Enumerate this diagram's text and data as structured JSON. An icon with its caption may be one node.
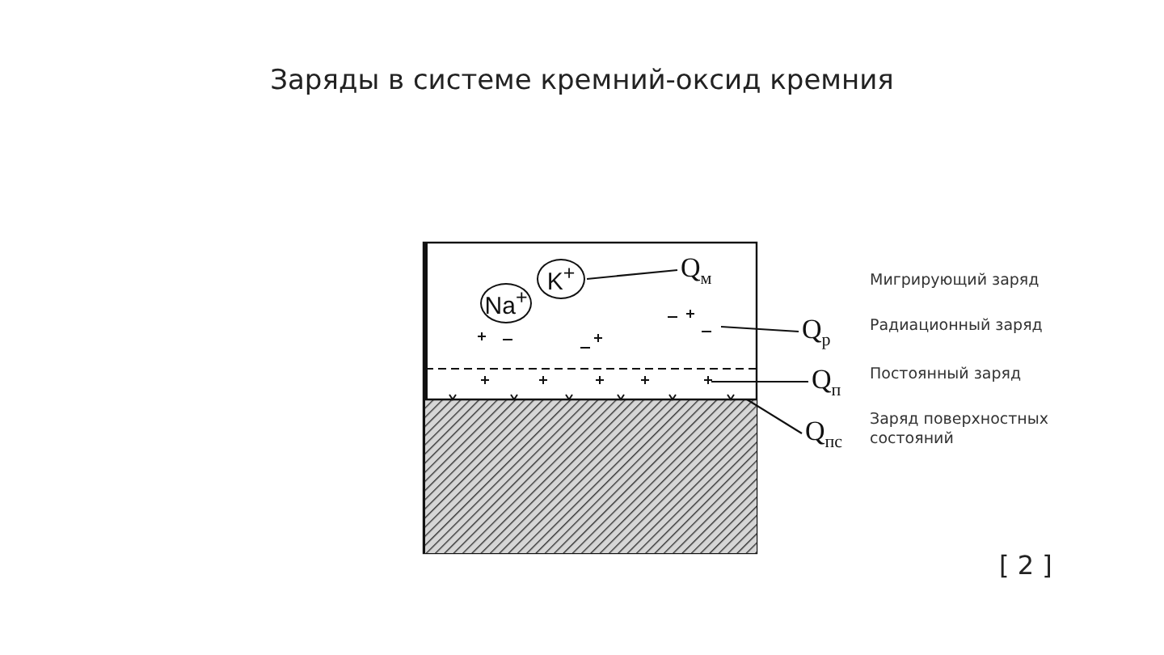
{
  "diagram": {
    "title": "Заряды в системе кремний-оксид кремния",
    "nodes": [
      {
        "text": [
          "K$^{+}$"
        ]
      },
      {
        "text": [
          "Na$^{+}$"
        ]
      },
      {
        "text": [
          "Q$_{м}$"
        ]
      },
      {
        "text": [
          "Q$_{р}$"
        ]
      },
      {
        "text": [
          "Q$_{п}$"
        ]
      },
      {
        "text": [
          "Q$_{пс}$"
        ]
      }
    ],
    "edges": [
      {
        "from": 2,
        "to": 0,
        "arrow": "none"
      },
      {
        "from": 3,
        "to": null,
        "arrow": "none"
      },
      {
        "from": 4,
        "to": null,
        "arrow": "none"
      },
      {
        "from": 5,
        "to": null,
        "arrow": "none"
      }
    ],
    "labels": [
      "Мигрирующий заряд",
      "Радиационный заряд",
      "Постоянный заряд",
      "Заряд поверхностных состояний",
      "[ 2 ]"
    ]
  }
}
